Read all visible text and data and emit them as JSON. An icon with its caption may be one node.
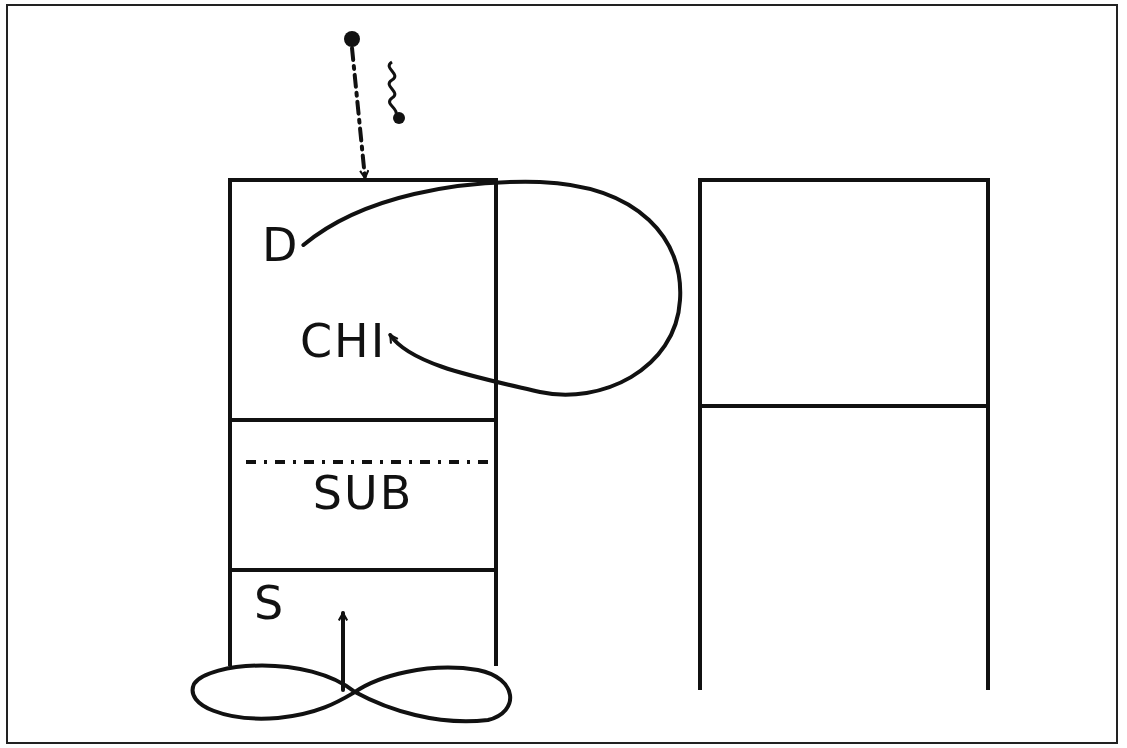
{
  "diagram": {
    "nodes": [
      {
        "text": [],
        "shape": "box"
      },
      {
        "text": [
          "D"
        ],
        "in": 0
      },
      {
        "text": [
          "CHI"
        ],
        "in": 0
      },
      {
        "text": [
          "SUB"
        ]
      },
      {
        "text": [
          "S"
        ]
      },
      {
        "text": [],
        "shape": "box"
      },
      {
        "text": [],
        "shape": "box"
      },
      {
        "text": [],
        "shape": "circle"
      },
      {
        "text": [],
        "shape": "loop"
      }
    ],
    "edges": [
      {
        "from": 7,
        "to": 0,
        "arrow": "to",
        "style": "dashed"
      },
      {
        "from": 1,
        "to": 2,
        "arrow": "to"
      },
      {
        "from": 8,
        "to": 4,
        "arrow": "to"
      }
    ]
  }
}
